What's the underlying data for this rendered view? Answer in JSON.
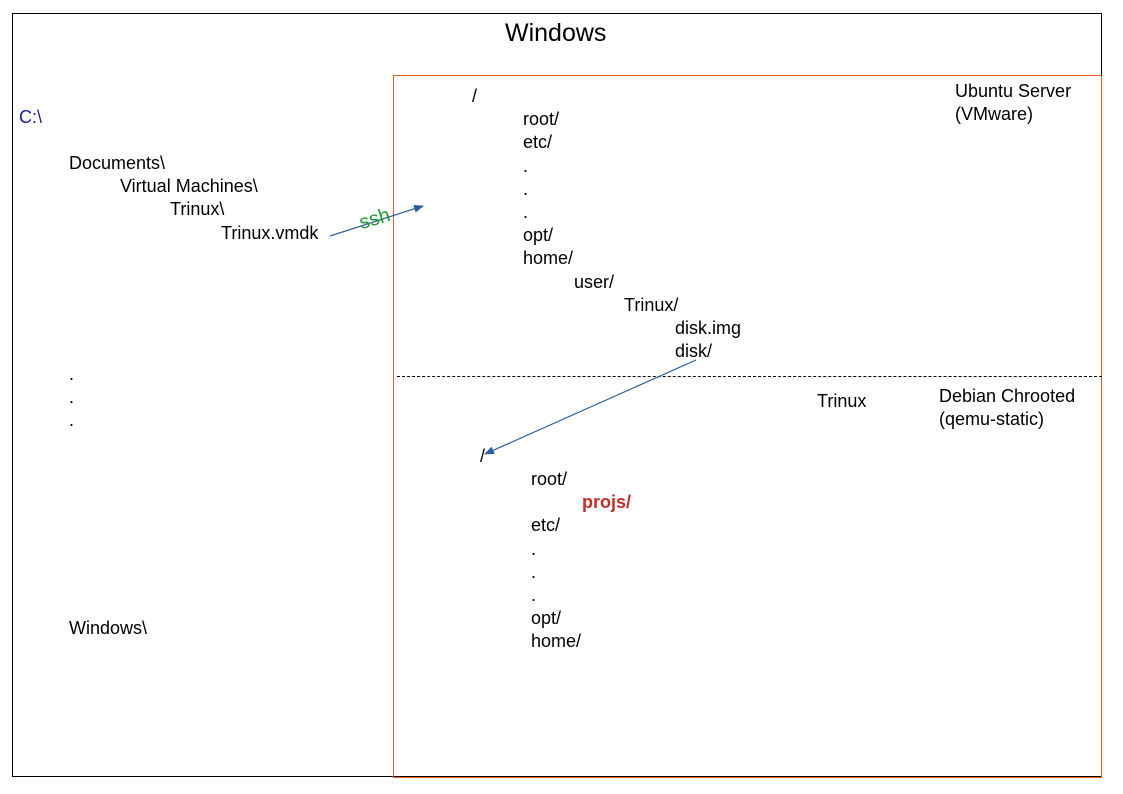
{
  "title": "Windows",
  "host": {
    "drive": "C:\\",
    "tree": [
      "Documents\\",
      "Virtual Machines\\",
      "Trinux\\",
      "Trinux.vmdk"
    ],
    "dots": [
      ".",
      ".",
      "."
    ],
    "windows_dir": "Windows\\"
  },
  "ssh_label": "ssh",
  "ubuntu": {
    "label_line1": "Ubuntu Server",
    "label_line2": "(VMware)",
    "tree": [
      "/",
      "root/",
      "etc/",
      ".",
      ".",
      ".",
      "opt/",
      "home/",
      "user/",
      "Trinux/",
      "disk.img",
      "disk/"
    ]
  },
  "debian": {
    "label_line1": "Debian Chrooted",
    "label_line2": "(qemu-static)",
    "name": "Trinux",
    "tree": [
      "/",
      "root/",
      "projs/",
      "etc/",
      ".",
      ".",
      ".",
      "opt/",
      "home/"
    ]
  },
  "colors": {
    "vm_border": "#e0601c",
    "arrow": "#2f5f9a",
    "ssh": "#1d9a3a",
    "drive": "#1a1aa8",
    "highlight": "#c0302a"
  }
}
